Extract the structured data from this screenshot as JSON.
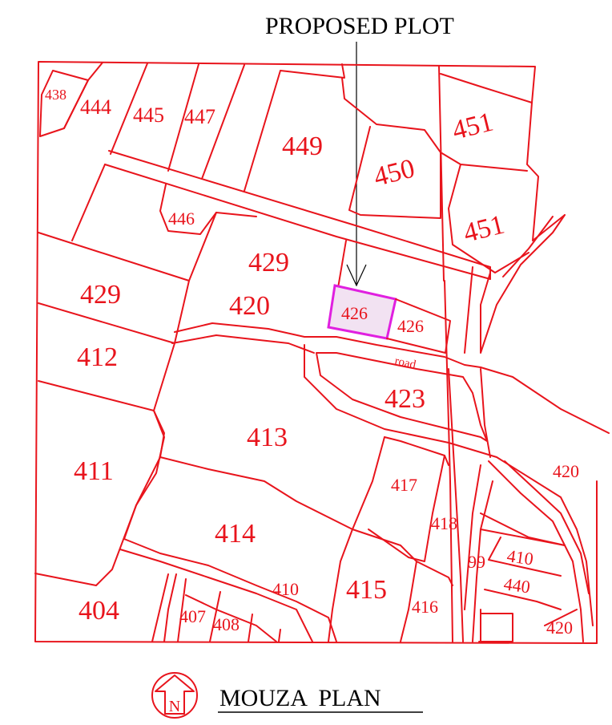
{
  "header": {
    "title": "PROPOSED PLOT"
  },
  "footer": {
    "title": "MOUZA  PLAN",
    "north_icon_letter": "N"
  },
  "colors": {
    "boundary": "#e8141c",
    "highlight": "#e020e0",
    "text": "#000000"
  },
  "labels": {
    "p438": "438",
    "p444": "444",
    "p445": "445",
    "p447": "447",
    "p449": "449",
    "p451a": "451",
    "p450": "450",
    "p451b": "451",
    "p446": "446",
    "p429a": "429",
    "p429b": "429",
    "p420a": "420",
    "p426a": "426",
    "p426b": "426",
    "road": "road",
    "p412": "412",
    "p423": "423",
    "p413": "413",
    "p411": "411",
    "p417": "417",
    "p420b": "420",
    "p418": "418",
    "p414": "414",
    "p410a": "410",
    "p99": "99",
    "p410b": "410",
    "p440": "440",
    "p415": "415",
    "p416": "416",
    "p404": "404",
    "p407": "407",
    "p408": "408",
    "p420c": "420"
  }
}
